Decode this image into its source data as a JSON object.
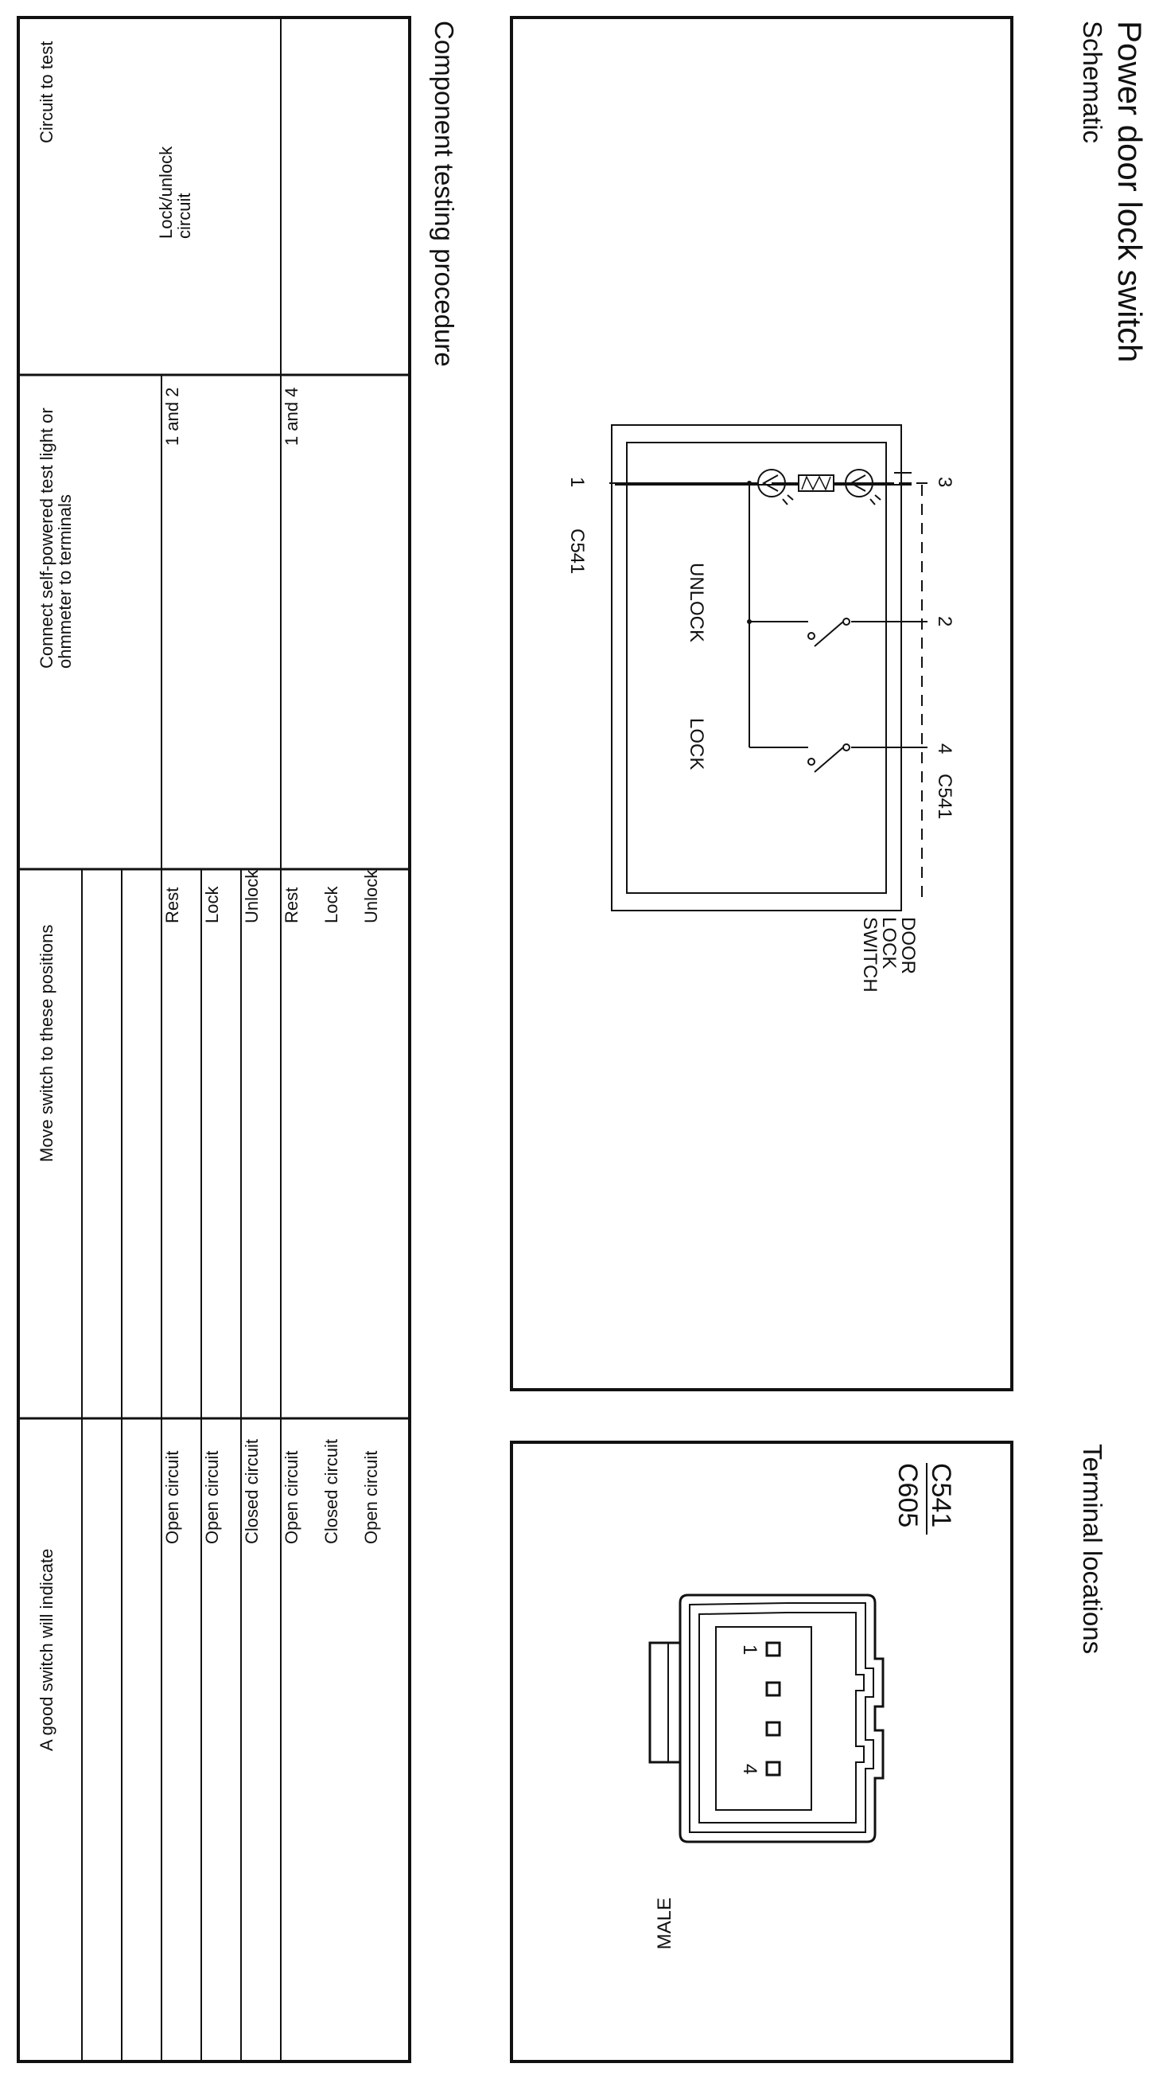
{
  "page": {
    "title": "Power door lock switch",
    "schematic_heading": "Schematic",
    "terminal_heading": "Terminal locations",
    "procedure_heading": "Component testing procedure"
  },
  "schematic": {
    "connector_top": "C541",
    "connector_bottom": "C541",
    "terminals": [
      "1",
      "3",
      "2",
      "4"
    ],
    "unlock_label": "UNLOCK",
    "lock_label": "LOCK",
    "component_label": "DOOR\nLOCK\nSWITCH"
  },
  "terminal_locations": {
    "connectors": [
      "C541",
      "C605"
    ],
    "pin_labels": [
      "1",
      "4"
    ],
    "gender": "MALE"
  },
  "procedure_table": {
    "headers": [
      "Circuit to test",
      "Connect self-powered test light or\nohmmeter to terminals",
      "Move switch to these positions",
      "A good switch will indicate"
    ],
    "circuit": "Lock/unlock\ncircuit",
    "groups": [
      {
        "terminals": "1 and 2",
        "rows": [
          {
            "position": "Rest",
            "result": "Open circuit"
          },
          {
            "position": "Lock",
            "result": "Open circuit"
          },
          {
            "position": "Unlock",
            "result": "Closed circuit"
          }
        ]
      },
      {
        "terminals": "1 and 4",
        "rows": [
          {
            "position": "Rest",
            "result": "Open circuit"
          },
          {
            "position": "Lock",
            "result": "Closed circuit"
          },
          {
            "position": "Unlock",
            "result": "Open circuit"
          }
        ]
      }
    ]
  }
}
